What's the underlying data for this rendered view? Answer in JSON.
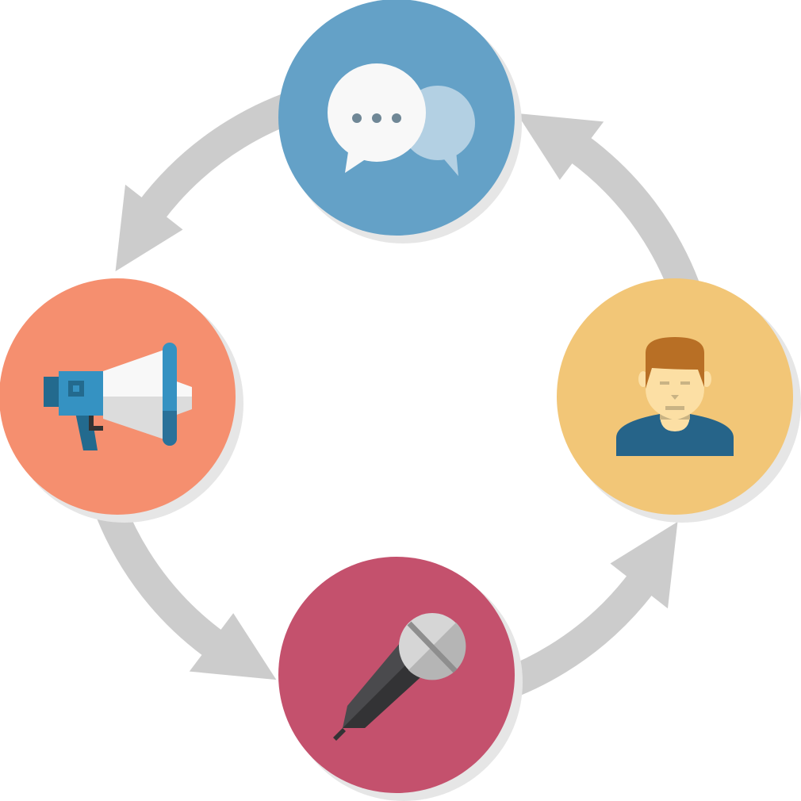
{
  "diagram": {
    "type": "cycle",
    "arrow_color": "#cccccc",
    "shadow_color": "#e6e6e6",
    "nodes": [
      {
        "id": "chat",
        "icon": "speech-bubbles-icon",
        "color": "#64a1c7"
      },
      {
        "id": "megaphone",
        "icon": "megaphone-icon",
        "color": "#f58f6f"
      },
      {
        "id": "microphone",
        "icon": "microphone-icon",
        "color": "#c4516d"
      },
      {
        "id": "person",
        "icon": "person-icon",
        "color": "#f2c677"
      }
    ],
    "flow": [
      "chat",
      "megaphone",
      "microphone",
      "person",
      "chat"
    ]
  }
}
